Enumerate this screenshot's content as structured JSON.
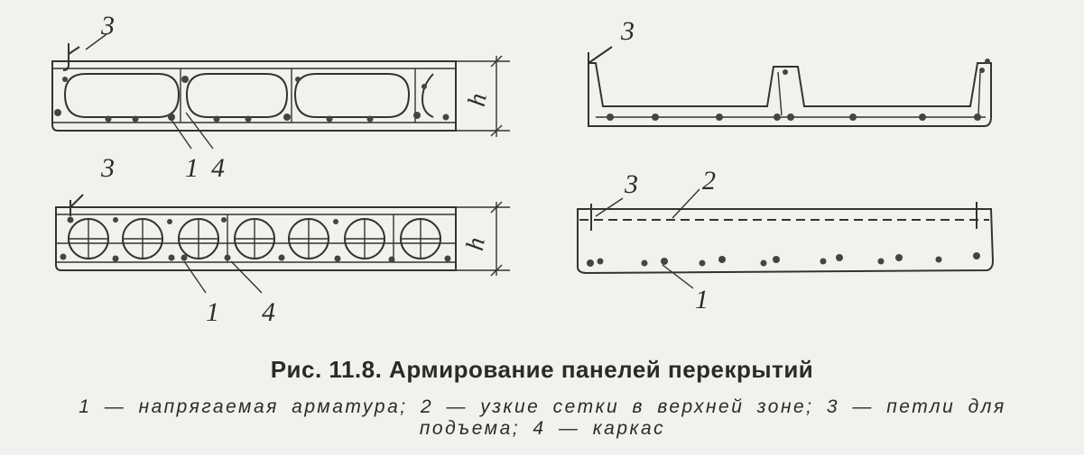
{
  "figure": {
    "caption_title": "Рис. 11.8. Армирование панелей перекрытий",
    "caption_legend_line1": "1 — напрягаемая арматура; 2 — узкие сетки в верхней зоне; 3 — петли для",
    "caption_legend_line2": "подъема; 4 — каркас"
  },
  "panels": {
    "top_left": {
      "labels": [
        "3",
        "1",
        "4",
        "h"
      ]
    },
    "bottom_left": {
      "labels": [
        "3",
        "1",
        "4",
        "h"
      ]
    },
    "top_right": {
      "labels": [
        "3"
      ]
    },
    "bottom_right": {
      "labels": [
        "3",
        "2",
        "1"
      ]
    }
  }
}
